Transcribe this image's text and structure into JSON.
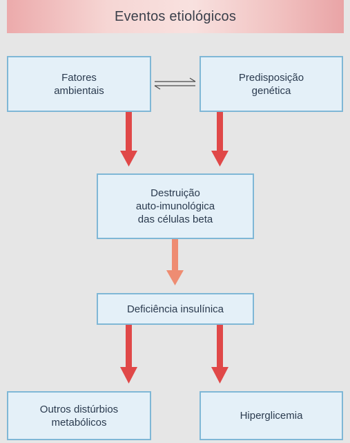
{
  "title": "Eventos etiológicos",
  "nodes": {
    "fatores": "Fatores\nambientais",
    "predisposicao": "Predisposição\ngenética",
    "destruicao": "Destruição\nauto-imunológica\ndas células beta",
    "deficiencia": "Deficiência insulínica",
    "outros": "Outros distúrbios\nmetabólicos",
    "hiperglicemia": "Hiperglicemia"
  },
  "colors": {
    "arrow_primary": "#e04848",
    "arrow_light": "#ee8c72",
    "box_fill": "#e4f0f8",
    "box_border": "#7fb7d6"
  }
}
